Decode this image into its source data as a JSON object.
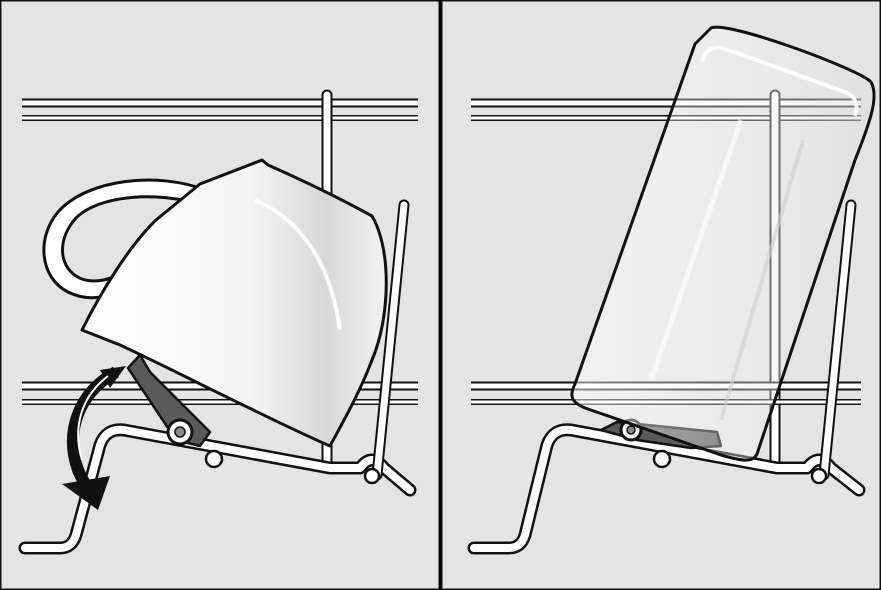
{
  "diagram": {
    "panels": [
      {
        "subject": "cup",
        "state": "tilted against folding support with rotate arrow"
      },
      {
        "subject": "glass",
        "state": "resting on folded-down support"
      }
    ],
    "colors": {
      "background": "#e4e4e4",
      "outline": "#111111",
      "rack_wire": "#ffffff",
      "clip": "#555555",
      "arrow": "#111111"
    },
    "icons": [
      "rotate-arrow-icon"
    ]
  }
}
